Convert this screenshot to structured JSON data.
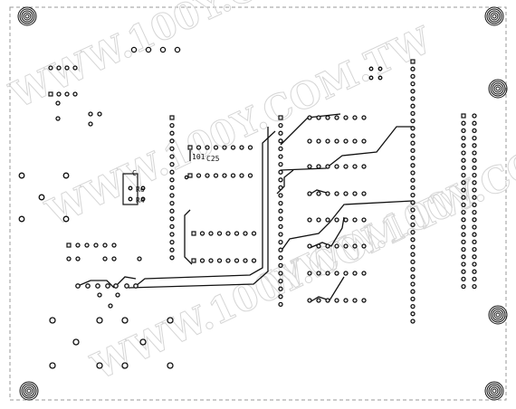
{
  "watermark": {
    "text": "WWW.100Y.COM.TW"
  },
  "silkscreen": {
    "c25": "C25",
    "c25_value": "101",
    "r6": "R6",
    "r4": "R4",
    "c_label": "C"
  },
  "colors": {
    "copper": "#111111",
    "board": "#ffffff",
    "watermark": "#d6d6d6"
  }
}
